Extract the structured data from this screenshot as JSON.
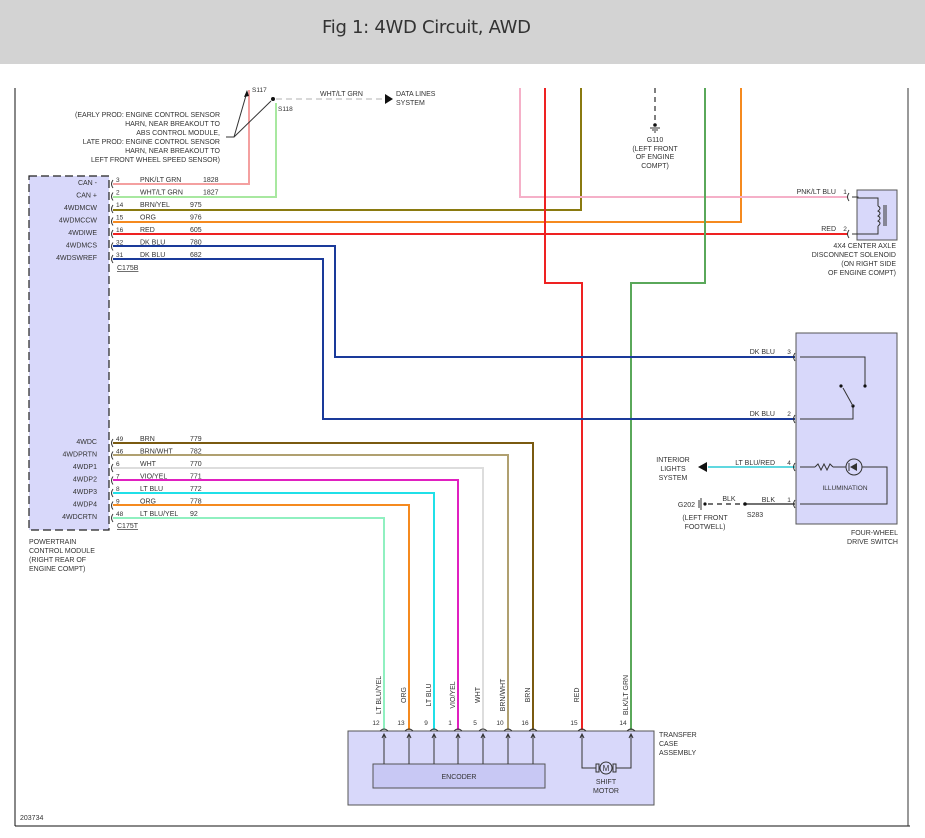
{
  "header": {
    "title": "Fig 1: 4WD Circuit, AWD"
  },
  "figure_id": "203734",
  "splices": {
    "s117": "S117",
    "s118": "S118",
    "s283": "S283"
  },
  "splice_note": [
    "(EARLY PROD: ENGINE CONTROL SENSOR",
    "HARN, NEAR BREAKOUT TO",
    "ABS CONTROL MODULE,",
    "LATE PROD: ENGINE CONTROL SENSOR",
    "HARN, NEAR BREAKOUT TO",
    "LEFT FRONT WHEEL SPEED SENSOR)"
  ],
  "data_lines": {
    "wire": "WHT/LT GRN",
    "label": [
      "DATA LINES",
      "SYSTEM"
    ]
  },
  "ground_g110": {
    "id": "G110",
    "location": [
      "(LEFT FRONT",
      "OF ENGINE",
      "COMPT)"
    ]
  },
  "pcm": {
    "name": [
      "POWERTRAIN",
      "CONTROL MODULE",
      "(RIGHT REAR OF",
      "ENGINE COMPT)"
    ],
    "connector_top": "C175B",
    "connector_bottom": "C175T",
    "pins_top": [
      {
        "signal": "CAN -",
        "pin": "3",
        "color_name": "PNK/LT GRN",
        "circuit": "1828"
      },
      {
        "signal": "CAN +",
        "pin": "2",
        "color_name": "WHT/LT GRN",
        "circuit": "1827"
      },
      {
        "signal": "4WDMCW",
        "pin": "14",
        "color_name": "BRN/YEL",
        "circuit": "975"
      },
      {
        "signal": "4WDMCCW",
        "pin": "15",
        "color_name": "ORG",
        "circuit": "976"
      },
      {
        "signal": "4WDIWE",
        "pin": "16",
        "color_name": "RED",
        "circuit": "605"
      },
      {
        "signal": "4WDMCS",
        "pin": "32",
        "color_name": "DK BLU",
        "circuit": "780"
      },
      {
        "signal": "4WDSWREF",
        "pin": "31",
        "color_name": "DK BLU",
        "circuit": "682"
      }
    ],
    "pins_bottom": [
      {
        "signal": "4WDC",
        "pin": "49",
        "color_name": "BRN",
        "circuit": "779"
      },
      {
        "signal": "4WDPRTN",
        "pin": "46",
        "color_name": "BRN/WHT",
        "circuit": "782"
      },
      {
        "signal": "4WDP1",
        "pin": "6",
        "color_name": "WHT",
        "circuit": "770"
      },
      {
        "signal": "4WDP2",
        "pin": "7",
        "color_name": "VIO/YEL",
        "circuit": "771"
      },
      {
        "signal": "4WDP3",
        "pin": "8",
        "color_name": "LT BLU",
        "circuit": "772"
      },
      {
        "signal": "4WDP4",
        "pin": "9",
        "color_name": "ORG",
        "circuit": "778"
      },
      {
        "signal": "4WDCRTN",
        "pin": "48",
        "color_name": "LT BLU/YEL",
        "circuit": "92"
      }
    ]
  },
  "solenoid": {
    "name": [
      "4X4 CENTER AXLE",
      "DISCONNECT SOLENOID",
      "(ON RIGHT SIDE",
      "OF ENGINE COMPT)"
    ],
    "pins": [
      {
        "pin": "1",
        "color_name": "PNK/LT BLU"
      },
      {
        "pin": "2",
        "color_name": "RED"
      }
    ]
  },
  "switch": {
    "name": [
      "FOUR-WHEEL",
      "DRIVE SWITCH"
    ],
    "illumination_label": "ILLUMINATION",
    "pins": [
      {
        "pin": "3",
        "color_name": "DK BLU"
      },
      {
        "pin": "2",
        "color_name": "DK BLU"
      },
      {
        "pin": "4",
        "color_name": "LT BLU/RED"
      },
      {
        "pin": "1",
        "color_name": "BLK"
      }
    ],
    "interior_lights": [
      "INTERIOR",
      "LIGHTS",
      "SYSTEM"
    ],
    "ground": {
      "id": "G202",
      "wire": "BLK",
      "location": [
        "(LEFT FRONT",
        "FOOTWELL)"
      ]
    }
  },
  "transfer_case": {
    "name": [
      "TRANSFER",
      "CASE",
      "ASSEMBLY"
    ],
    "encoder_label": "ENCODER",
    "motor_label": [
      "SHIFT",
      "MOTOR"
    ],
    "motor_symbol": "M",
    "pins": [
      {
        "pin": "12",
        "color_name": "LT BLU/YEL"
      },
      {
        "pin": "13",
        "color_name": "ORG"
      },
      {
        "pin": "9",
        "color_name": "LT BLU"
      },
      {
        "pin": "1",
        "color_name": "VIO/YEL"
      },
      {
        "pin": "5",
        "color_name": "WHT"
      },
      {
        "pin": "10",
        "color_name": "BRN/WHT"
      },
      {
        "pin": "16",
        "color_name": "BRN"
      },
      {
        "pin": "15",
        "color_name": "RED"
      },
      {
        "pin": "14",
        "color_name": "BLK/LT GRN"
      }
    ]
  },
  "wire_colors": {
    "pnk_lt_grn": "#f4a0a0",
    "wht_lt_grn": "#a8e8a0",
    "brn_yel": "#8a7a10",
    "org": "#f58a1f",
    "red": "#ee2222",
    "dk_blu": "#1a3a9a",
    "brn": "#7a5a10",
    "brn_wht": "#b0a070",
    "wht": "#dddddd",
    "vio_yel": "#e020c0",
    "lt_blu": "#20e0e8",
    "lt_blu_yel": "#90f0c0",
    "pnk_lt_blu": "#f5b0c8",
    "blk_lt_grn": "#5aa85a",
    "lt_blu_red": "#60d8e0",
    "component_fill": "#d8d8fa"
  }
}
